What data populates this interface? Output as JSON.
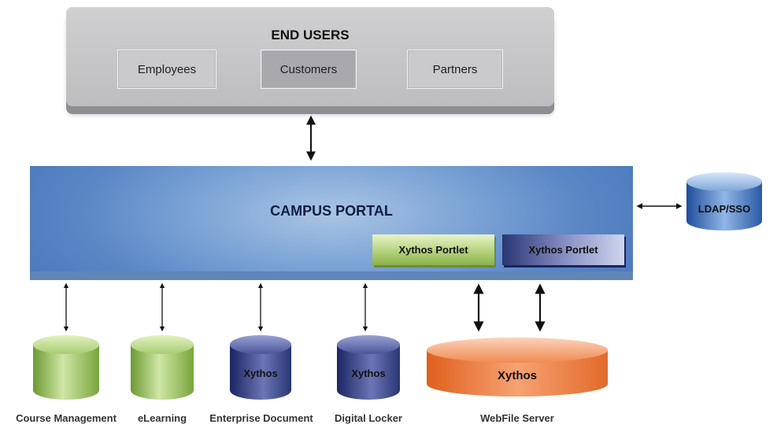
{
  "end_users": {
    "title": "END USERS",
    "groups": [
      "Employees",
      "Customers",
      "Partners"
    ]
  },
  "portal": {
    "title": "CAMPUS PORTAL",
    "portlets": [
      "Xythos Portlet",
      "Xythos Portlet"
    ]
  },
  "ldap": {
    "label": "LDAP/SSO"
  },
  "repositories": [
    {
      "label": "Course Management",
      "inner": ""
    },
    {
      "label": "eLearning",
      "inner": ""
    },
    {
      "label": "Enterprise Document",
      "inner": "Xythos"
    },
    {
      "label": "Digital Locker",
      "inner": "Xythos"
    },
    {
      "label": "WebFile Server",
      "inner": "Xythos"
    }
  ],
  "colors": {
    "green": "#8bb24a",
    "navy": "#2a3574",
    "orange": "#ee7a3a",
    "portal_blue": "#6b93cc",
    "ldap_blue": "#3d6fb6"
  }
}
